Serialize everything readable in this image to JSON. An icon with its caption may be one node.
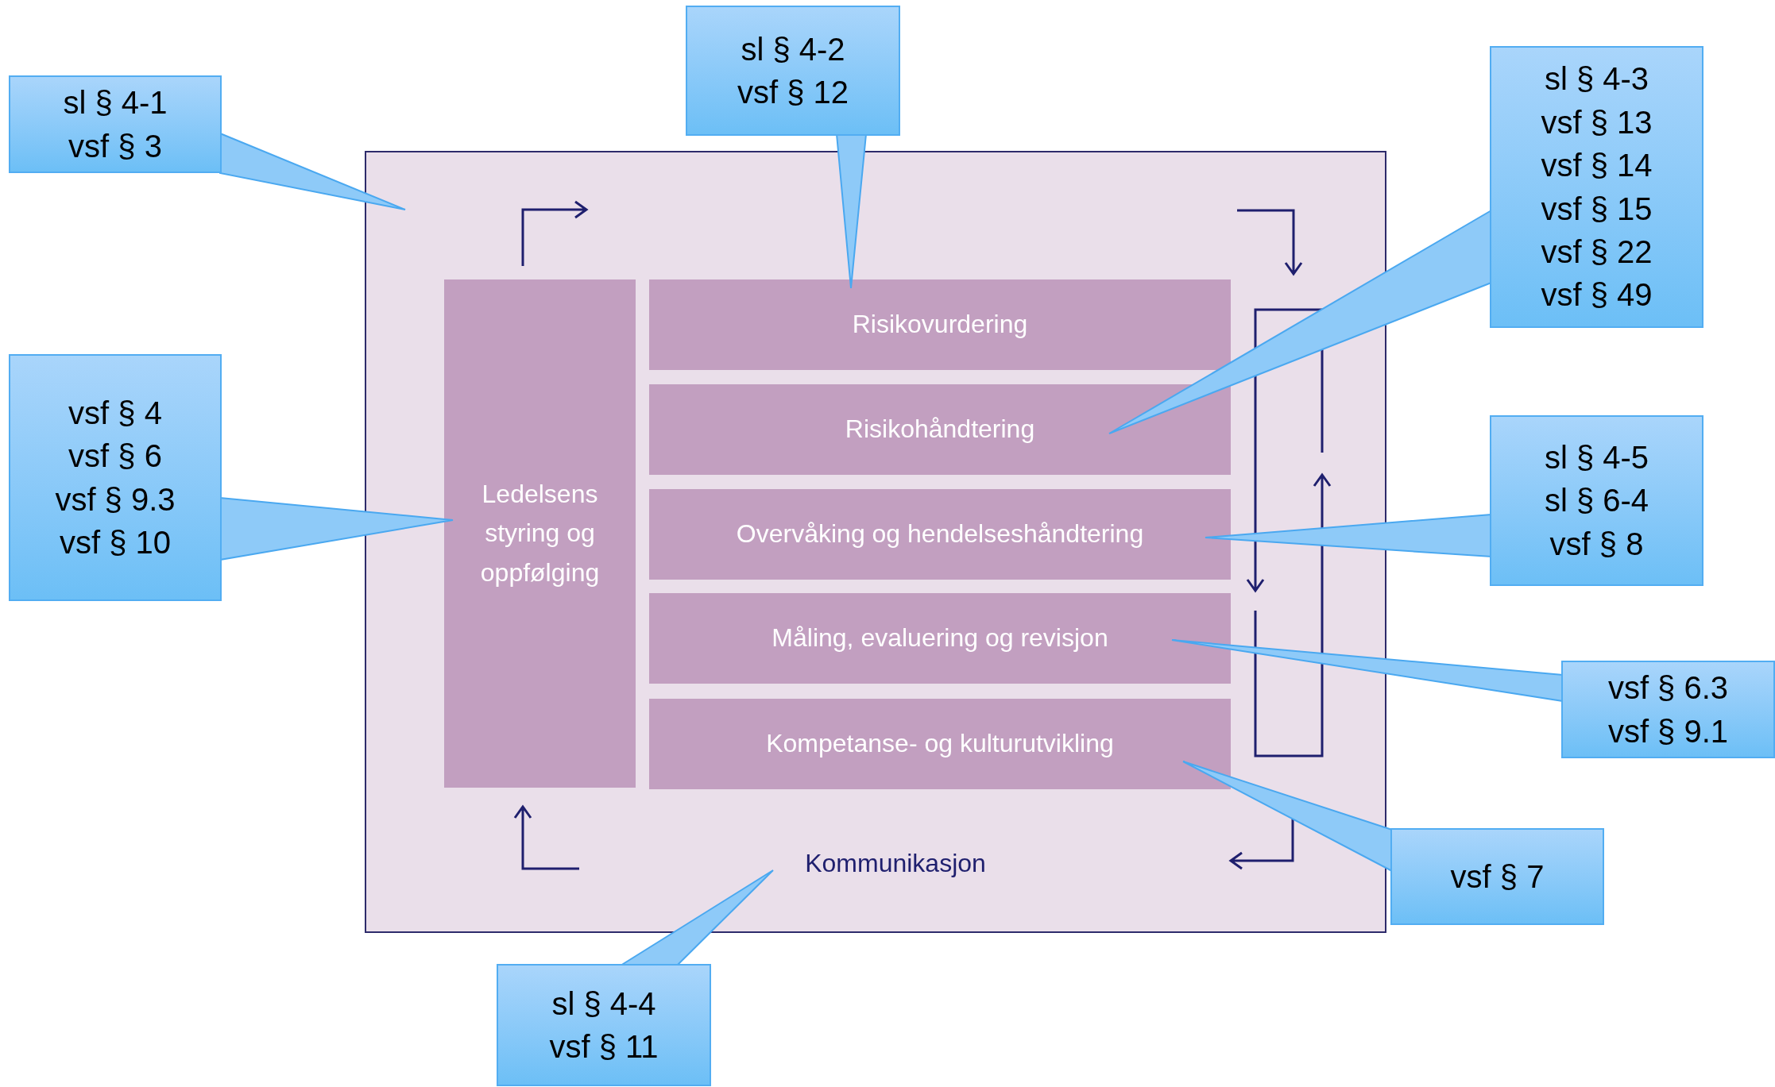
{
  "diagram": {
    "nodes": [
      {
        "text": [],
        "shape": "box"
      },
      {
        "text": [
          "Ledelsens styring og oppfølging"
        ],
        "in": 0
      },
      {
        "text": [
          "Risikovurdering"
        ],
        "in": 0
      },
      {
        "text": [
          "Risikohåndtering"
        ],
        "in": 0
      },
      {
        "text": [
          "Overvåking og hendelseshåndtering"
        ],
        "in": 0
      },
      {
        "text": [
          "Måling, evaluering og revisjon"
        ],
        "in": 0
      },
      {
        "text": [
          "Kompetanse- og kulturutvikling"
        ],
        "in": 0
      },
      {
        "text": [
          "Kommunikasjon"
        ],
        "in": 0
      },
      {
        "text": [
          "sl § 4-1 vsf § 3"
        ]
      },
      {
        "text": [
          "sl § 4-2 vsf § 12"
        ]
      },
      {
        "text": [
          "sl § 4-3 vsf § 13 vsf § 14 vsf § 15 vsf § 22 vsf § 49"
        ]
      },
      {
        "text": [
          "vsf § 4 vsf § 6 vsf § 9.3 vsf § 10"
        ]
      },
      {
        "text": [
          "sl § 4-5 sl § 6-4 vsf § 8"
        ]
      },
      {
        "text": [
          "vsf § 6.3 vsf § 9.1"
        ]
      },
      {
        "text": [
          "vsf § 7"
        ]
      },
      {
        "text": [
          "sl § 4-4 vsf § 11"
        ]
      }
    ],
    "edges": [
      {
        "from": 8,
        "to": 0,
        "arrow": "none"
      },
      {
        "from": 9,
        "to": 2,
        "arrow": "none"
      },
      {
        "from": 10,
        "to": 3,
        "arrow": "none"
      },
      {
        "from": 11,
        "to": 1,
        "arrow": "none"
      },
      {
        "from": 12,
        "to": 4,
        "arrow": "none"
      },
      {
        "from": 13,
        "to": 5,
        "arrow": "none"
      },
      {
        "from": 14,
        "to": 6,
        "arrow": "none"
      },
      {
        "from": 15,
        "to": 7,
        "arrow": "none"
      }
    ]
  }
}
